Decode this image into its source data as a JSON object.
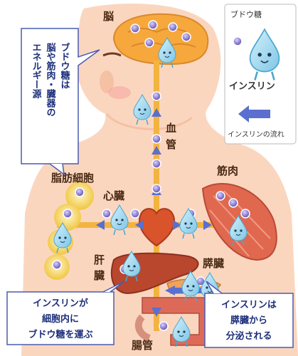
{
  "legend": {
    "glucose_label": "ブドウ糖",
    "insulin_label": "インスリン",
    "flow_label": "インスリンの流れ",
    "arrow_color": "#5a6fcf"
  },
  "callout_energy": {
    "lines": [
      "ブドウ糖は",
      "脳や筋肉・臓器の",
      "エネルギー源"
    ]
  },
  "callout_transport": {
    "lines": [
      "インスリンが",
      "細胞内に",
      "ブドウ糖を運ぶ"
    ]
  },
  "callout_secrete": {
    "lines": [
      "インスリンは",
      "膵臓から",
      "分泌される"
    ]
  },
  "organs": {
    "brain": "脳",
    "blood_vessel": [
      "血",
      "管"
    ],
    "muscle": "筋肉",
    "fat_cells": "脂肪細胞",
    "heart": "心臓",
    "liver": [
      "肝",
      "臓"
    ],
    "pancreas": "膵臓",
    "intestine": "腸管"
  },
  "colors": {
    "skin": "#fbd6bf",
    "skin_dark": "#f5c1a4",
    "brain": "#f6a83d",
    "vessel": "#f3b43f",
    "heart": "#d9532b",
    "liver": "#b8472e",
    "muscle": "#e0684f",
    "fat": "#f7d35a",
    "intestine": "#dd6a58",
    "droplet": "#9fd8ef",
    "glucose": "#7f6fc7"
  }
}
